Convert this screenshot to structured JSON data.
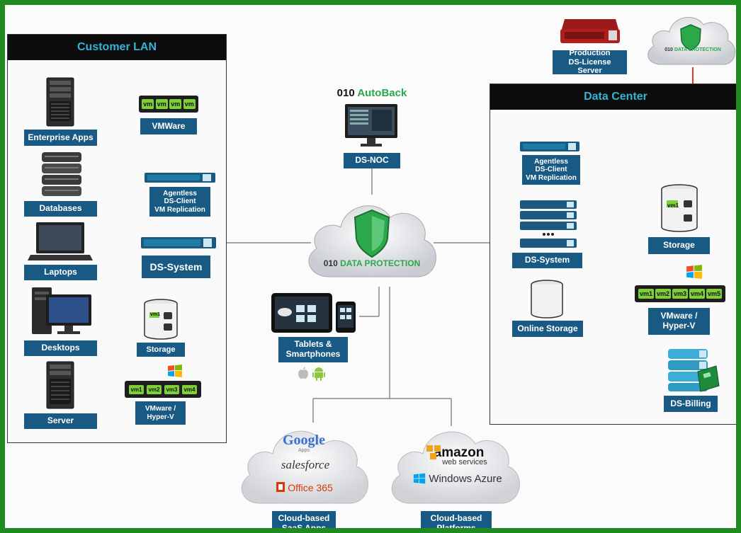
{
  "regions": {
    "customer_lan": "Customer LAN",
    "data_center": "Data Center"
  },
  "lan": {
    "enterprise_apps": "Enterprise Apps",
    "databases": "Databases",
    "laptops": "Laptops",
    "desktops": "Desktops",
    "server": "Server",
    "vmware": "VMWare",
    "agentless": [
      "Agentless",
      "DS-Client",
      "VM Replication"
    ],
    "ds_system": "DS-System",
    "storage": "Storage",
    "vmware_hyperv": [
      "VMware /",
      "Hyper-V"
    ]
  },
  "center": {
    "autoback_prefix": "010",
    "autoback_name": "AutoBack",
    "ds_noc": "DS-NOC",
    "cloud_prefix": "010",
    "cloud_name": "DATA PROTECTION",
    "tablets": [
      "Tablets &",
      "Smartphones"
    ]
  },
  "top_right": {
    "license_server": [
      "Production",
      "DS-License Server"
    ],
    "cloud_prefix": "010",
    "cloud_name": "DATA PROTECTION"
  },
  "dc": {
    "agentless": [
      "Agentless",
      "DS-Client",
      "VM Replication"
    ],
    "ds_system": "DS-System",
    "online_storage": "Online Storage",
    "storage": "Storage",
    "vmware_hyperv": [
      "VMware /",
      "Hyper-V"
    ],
    "ds_billing": "DS-Billing"
  },
  "bottom": {
    "saas_label": [
      "Cloud-based",
      "SaaS Apps"
    ],
    "platforms_label": [
      "Cloud-based",
      "Platforms"
    ],
    "google": "Google",
    "google_sub": "Apps",
    "salesforce": "salesforce",
    "office": "Office 365",
    "amazon": "amazon",
    "amazon_sub": "web services",
    "azure": "Windows Azure"
  },
  "vm_tags": {
    "lan_vmware": [
      "vm",
      "vm",
      "vm",
      "vm"
    ],
    "lan_hyperv": [
      "vm1",
      "vm2",
      "vm3",
      "vm4"
    ],
    "dc_hyperv": [
      "vm1",
      "vm2",
      "vm3",
      "vm4",
      "vm5"
    ]
  },
  "storage_tag": "vm1",
  "colors": {
    "label_bg": "#185a84",
    "header_bg": "#0d0d0d",
    "header_text": "#35b3d6",
    "frame": "#1f8a1f",
    "red_link": "#d9261c",
    "accent_green": "#2aa84a"
  }
}
